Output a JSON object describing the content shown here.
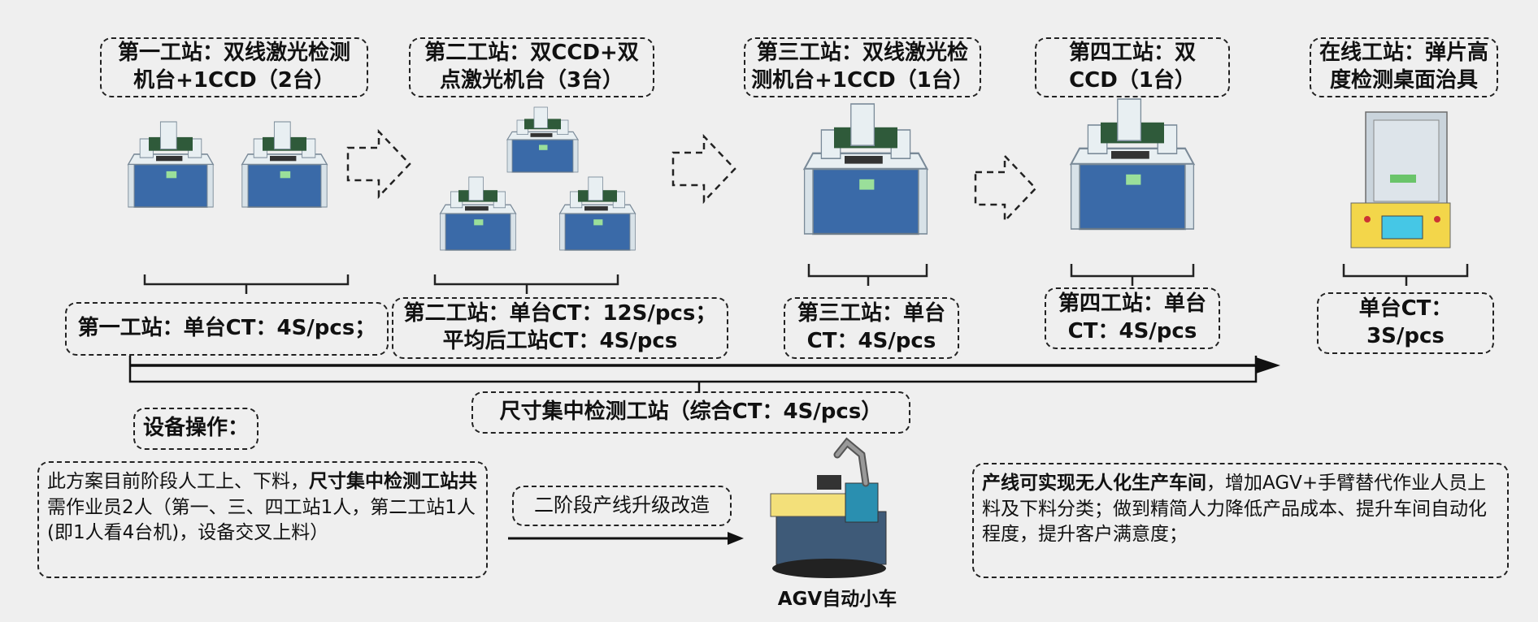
{
  "stations": [
    {
      "title_line1": "第一工站：双线激光检测",
      "title_line2": "机台+1CCD（2台）",
      "ct_line1": "第一工站：单台CT：4S/pcs；",
      "ct_line2": ""
    },
    {
      "title_line1": "第二工站：双CCD+双",
      "title_line2": "点激光机台（3台）",
      "ct_line1": "第二工站：单台CT：12S/pcs；",
      "ct_line2": "平均后工站CT：4S/pcs"
    },
    {
      "title_line1": "第三工站：双线激光检",
      "title_line2": "测机台+1CCD（1台）",
      "ct_line1": "第三工站：单台",
      "ct_line2": "CT：4S/pcs"
    },
    {
      "title_line1": "第四工站：双",
      "title_line2": "CCD（1台）",
      "ct_line1": "第四工站：单台",
      "ct_line2": "CT：4S/pcs"
    },
    {
      "title_line1": "在线工站：弹片高",
      "title_line2": "度检测桌面治具",
      "ct_line1": "单台CT：",
      "ct_line2": "3S/pcs"
    }
  ],
  "summary": "尺寸集中检测工站（综合CT：4S/pcs）",
  "operation": {
    "heading": "设备操作：",
    "text_a": "此方案目前阶段人工上、下料，",
    "text_b": "尺寸集中检测工站共",
    "text_c": "需作业员2人（第一、三、四工站1人，第二工站1人(即1人看4台机)，设备交叉上料）"
  },
  "upgrade_label": "二阶段产线升级改造",
  "agv_label": "AGV自动小车",
  "future": {
    "bold": "产线可实现无人化生产车间",
    "text": "，增加AGV+手臂替代作业人员上料及下料分类；做到精简人力降低产品成本、提升车间自动化程度，提升客户满意度；"
  },
  "colors": {
    "machine_white": "#e8eff2",
    "machine_blue": "#3a6aa8",
    "machine_green": "#2f5a3a",
    "fixture_yellow": "#f3d64a",
    "fixture_cyan": "#45c7e6"
  }
}
